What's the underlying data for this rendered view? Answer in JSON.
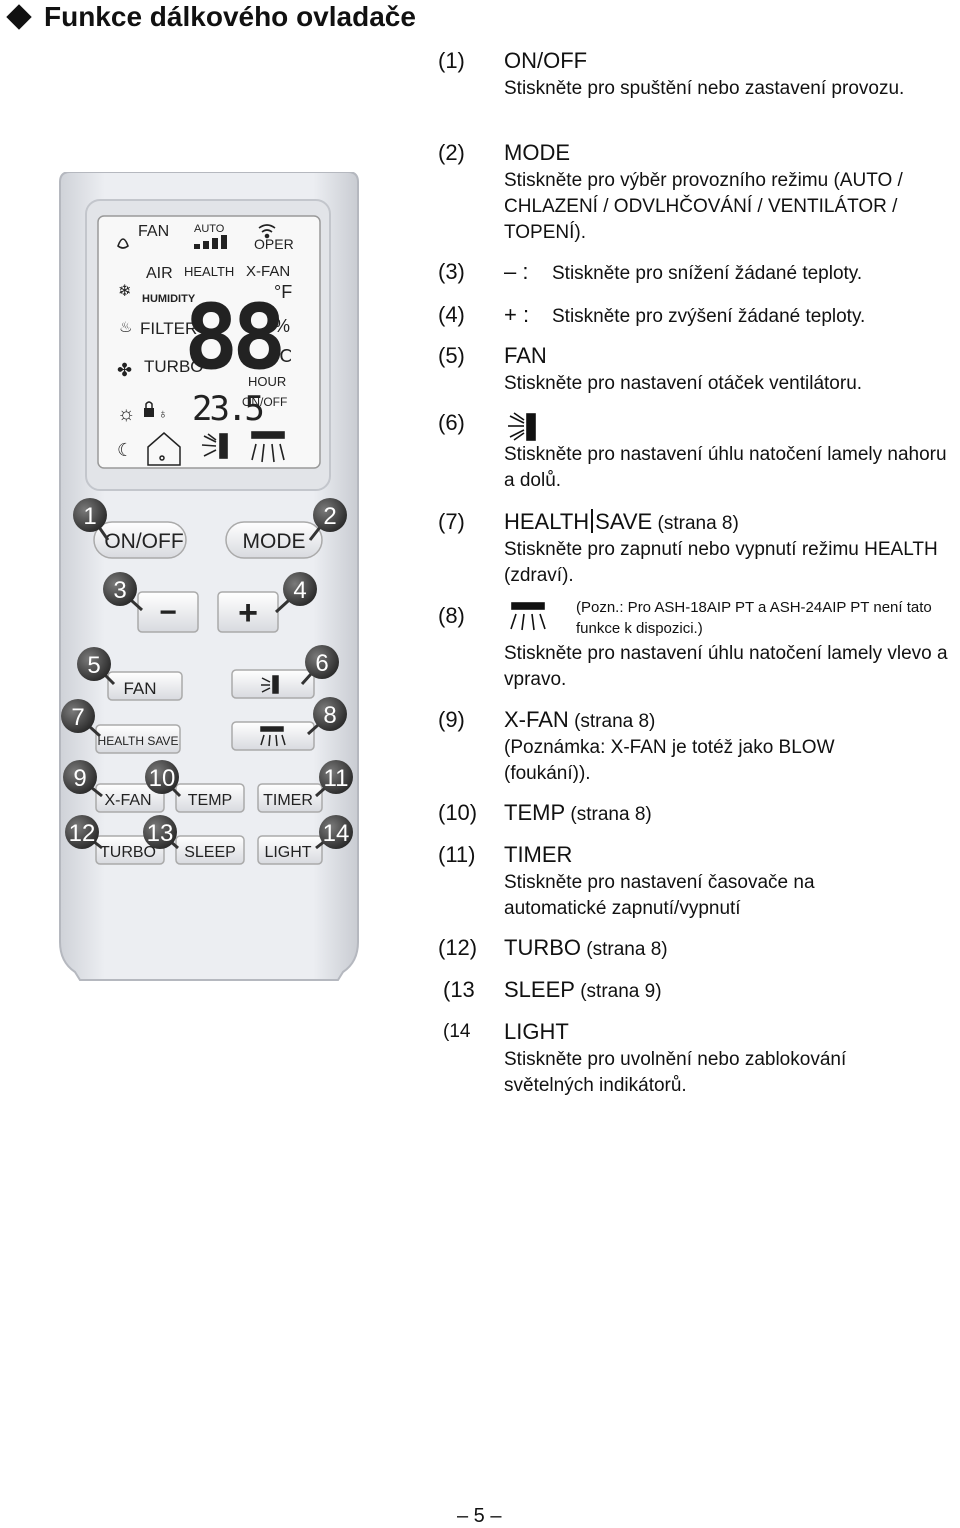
{
  "title": "Funkce dálkového ovladače",
  "remote": {
    "lcd": {
      "fan": "FAN",
      "auto": "AUTO",
      "oper": "OPER",
      "air": "AIR",
      "health": "HEALTH",
      "xfan": "X-FAN",
      "humidity": "HUMIDITY",
      "filter": "FILTER",
      "turbo": "TURBO",
      "digits": "88",
      "f": "°F",
      "pct": "%",
      "c": "℃",
      "hour": "HOUR",
      "onoff": "ON/OFF",
      "small_digits": "23.5"
    },
    "buttons": {
      "onoff": "ON/OFF",
      "mode": "MODE",
      "minus": "−",
      "plus": "+",
      "fan": "FAN",
      "health_save": "HEALTH SAVE",
      "xfan": "X-FAN",
      "temp": "TEMP",
      "timer": "TIMER",
      "turbo": "TURBO",
      "sleep": "SLEEP",
      "light": "LIGHT"
    },
    "callouts": [
      "1",
      "2",
      "3",
      "4",
      "5",
      "6",
      "7",
      "8",
      "9",
      "10",
      "11",
      "12",
      "13",
      "14"
    ]
  },
  "items": [
    {
      "num": "(1)",
      "head": "ON/OFF",
      "desc": "Stiskněte pro spuštění nebo zastavení provozu."
    },
    {
      "num": "(2)",
      "head": "MODE",
      "desc": "Stiskněte pro výběr provozního režimu (AUTO / CHLAZENÍ / ODVLHČOVÁNÍ / VENTILÁTOR / TOPENÍ)."
    },
    {
      "num": "(3)",
      "sym": "– :",
      "desc": "Stiskněte pro snížení žádané teploty."
    },
    {
      "num": "(4)",
      "sym": "+ :",
      "desc": "Stiskněte pro zvýšení žádané teploty."
    },
    {
      "num": "(5)",
      "head": "FAN",
      "desc": "Stiskněte pro nastavení otáček ventilátoru."
    },
    {
      "num": "(6)",
      "desc": "Stiskněte pro nastavení úhlu natočení lamely nahoru a dolů."
    },
    {
      "num": "(7)",
      "head_a": "HEALTH",
      "head_b": "SAVE",
      "sub": " (strana 8)",
      "desc": "Stiskněte pro zapnutí nebo vypnutí režimu HEALTH (zdraví)."
    },
    {
      "num": "(8)",
      "note": "(Pozn.: Pro ASH-18AIP PT a ASH-24AIP PT není tato funkce k dispozici.)",
      "desc": "Stiskněte pro nastavení úhlu natočení lamely vlevo a vpravo."
    },
    {
      "num": "(9)",
      "head": "X-FAN",
      "sub": " (strana 8)",
      "desc": "(Poznámka: X-FAN je totéž jako BLOW (foukání))."
    },
    {
      "num": "(10)",
      "head": "TEMP",
      "sub": " (strana 8)"
    },
    {
      "num": "(11)",
      "head": "TIMER",
      "desc": "Stiskněte pro nastavení časovače na automatické zapnutí/vypnutí"
    },
    {
      "num": "(12)",
      "head": "TURBO",
      "sub": " (strana 8)"
    },
    {
      "num": "(13",
      "head": "SLEEP",
      "sub": " (strana 9)"
    },
    {
      "num": "(14",
      "head": "LIGHT",
      "desc": "Stiskněte pro uvolnění nebo zablokování světelných indikátorů."
    }
  ],
  "page_number": "– 5 –"
}
